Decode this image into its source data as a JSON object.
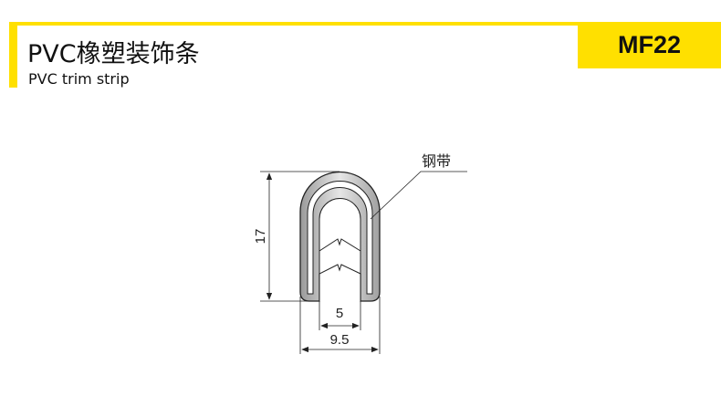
{
  "header": {
    "title": "PVC橡塑装饰条",
    "subtitle": "PVC trim strip",
    "code": "MF22"
  },
  "drawing": {
    "callout_label": "钢带",
    "dim_height": "17",
    "dim_inner_width": "5",
    "dim_outer_width": "9.5"
  },
  "colors": {
    "accent": "#ffe000"
  }
}
